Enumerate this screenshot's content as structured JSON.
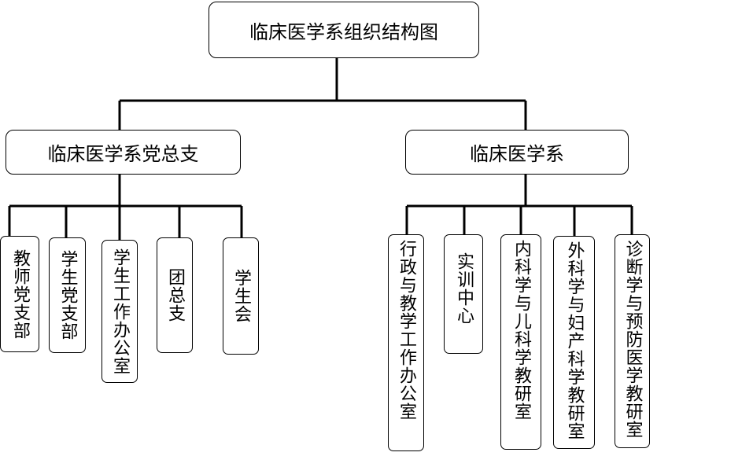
{
  "root": {
    "label": "临床医学系组织结构图"
  },
  "branches": [
    {
      "label": "临床医学系党总支",
      "children": [
        "教师党支部",
        "学生党支部",
        "学生工作办公室",
        "团总支",
        "学生会"
      ]
    },
    {
      "label": "临床医学系",
      "children": [
        "行政与教学工作办公室",
        "实训中心",
        "内科学与儿科学教研室",
        "外科学与妇产科学教研室",
        "诊断学与预防医学教研室"
      ]
    }
  ]
}
